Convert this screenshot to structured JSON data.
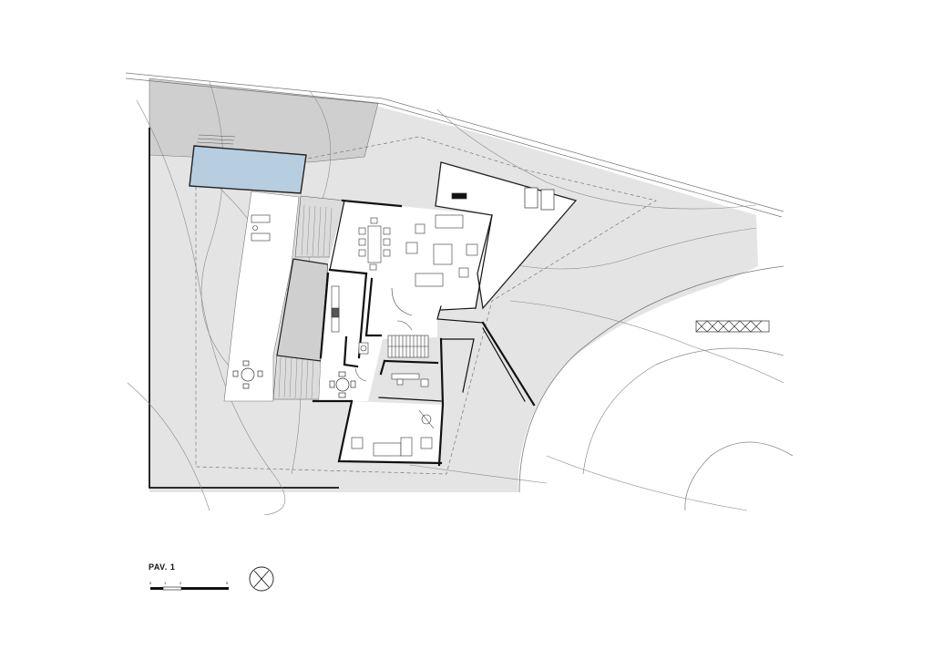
{
  "drawing": {
    "title": "PAV.  1",
    "scale_ticks": [
      "0",
      "1",
      "2",
      "5"
    ]
  },
  "colors": {
    "site": "#e4e4e4",
    "road_band": "#cfcfcf",
    "pool": "#b7cde0",
    "interior": "#ffffff",
    "walls": "#111111",
    "contours": "#8a8a8a"
  },
  "icons": [
    "north-arrow-icon",
    "bar-scale"
  ]
}
